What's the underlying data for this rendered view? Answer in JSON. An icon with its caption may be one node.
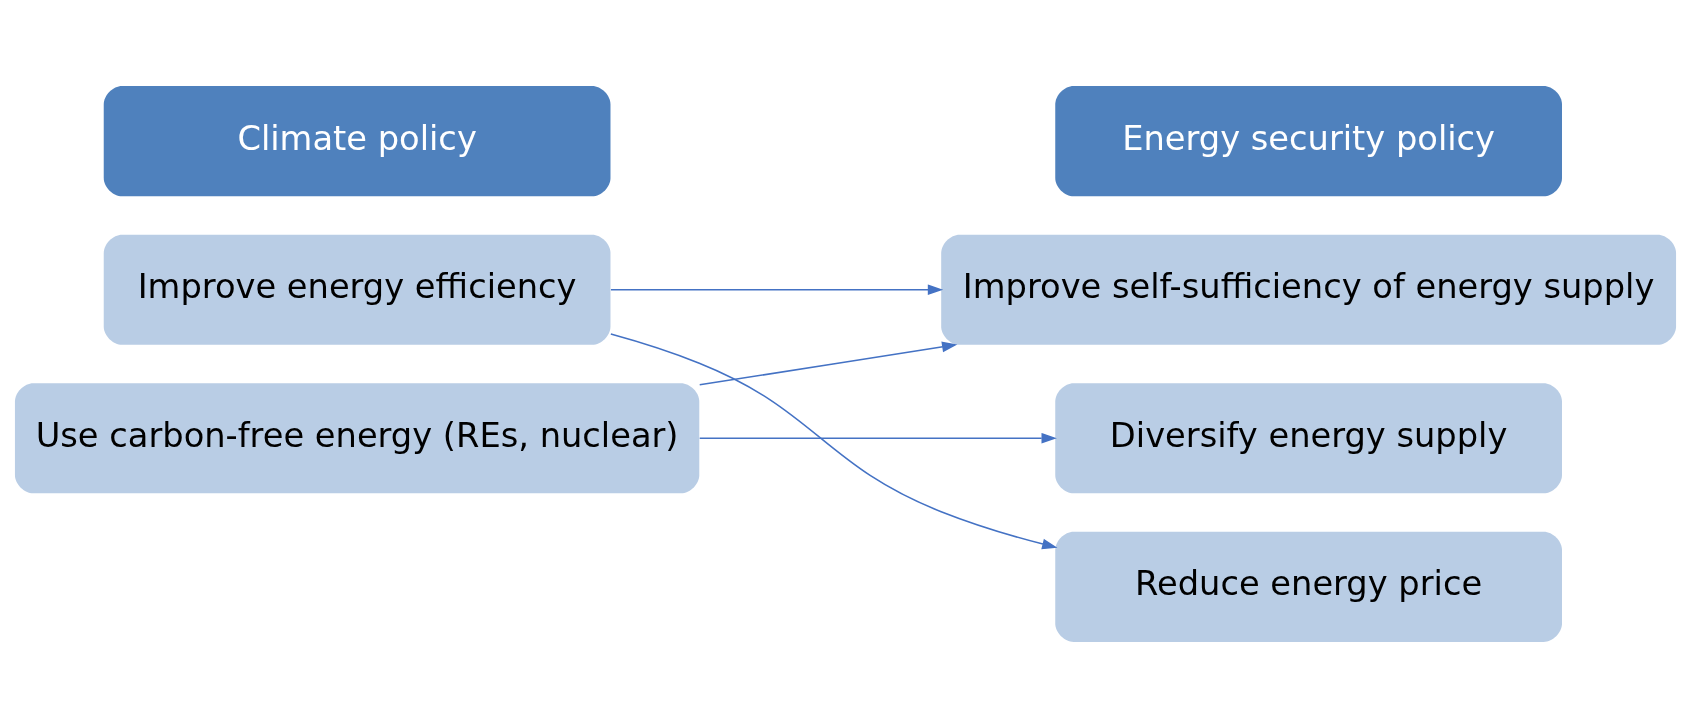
{
  "diagram": {
    "nodes": [
      {
        "text": [
          "Climate policy"
        ]
      },
      {
        "text": [
          "Improve energy efficiency"
        ]
      },
      {
        "text": [
          "Use carbon-free energy (REs, nuclear)"
        ]
      },
      {
        "text": [
          "Energy security policy"
        ]
      },
      {
        "text": [
          "Improve self-sufficiency of energy supply"
        ]
      },
      {
        "text": [
          "Diversify energy supply"
        ]
      },
      {
        "text": [
          "Reduce energy price"
        ]
      }
    ],
    "edges": [
      {
        "from": 1,
        "to": 4,
        "arrow": "to"
      },
      {
        "from": 1,
        "to": 6,
        "arrow": "to"
      },
      {
        "from": 2,
        "to": 4,
        "arrow": "to"
      },
      {
        "from": 2,
        "to": 5,
        "arrow": "to"
      }
    ]
  }
}
